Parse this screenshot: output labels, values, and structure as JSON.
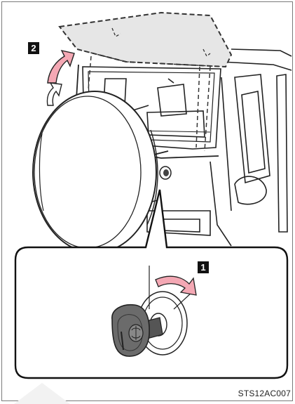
{
  "labels": {
    "step_1": "1",
    "step_2": "2"
  },
  "caption": "STS12AC007",
  "colors": {
    "arrow_pink": "#f4a8b4",
    "badge": "#111111",
    "tailgate_fill": "#e6e6e6",
    "line": "#222222"
  }
}
